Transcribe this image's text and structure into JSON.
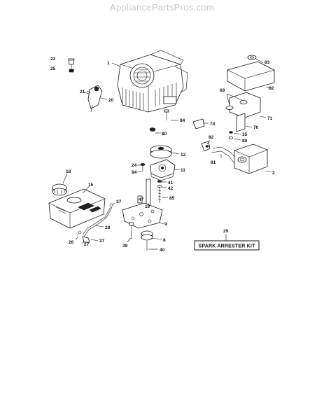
{
  "watermark": "AppliancePartsPros.com",
  "diagram": {
    "callouts": {
      "c1": "1",
      "c2": "2",
      "c8": "8",
      "c9": "9",
      "c10": "10",
      "c11": "11",
      "c12": "12",
      "c15": "15",
      "c18": "18",
      "c20": "20",
      "c21": "21",
      "c22": "22",
      "c24": "24",
      "c25": "25",
      "c26": "26",
      "c27": "27",
      "c28": "28",
      "c29": "29",
      "c35": "35",
      "c37a": "37",
      "c37b": "37",
      "c39": "39",
      "c40": "40",
      "c41": "41",
      "c42": "42",
      "c47": "47",
      "c62": "62",
      "c69": "69",
      "c70": "70",
      "c71": "71",
      "c74": "74",
      "c80a": "80",
      "c80b": "80",
      "c81": "81",
      "c82": "82",
      "c83": "83",
      "c84a": "84",
      "c84b": "84",
      "c85": "85"
    },
    "kit_label": "SPARK ARRESTER KIT"
  }
}
